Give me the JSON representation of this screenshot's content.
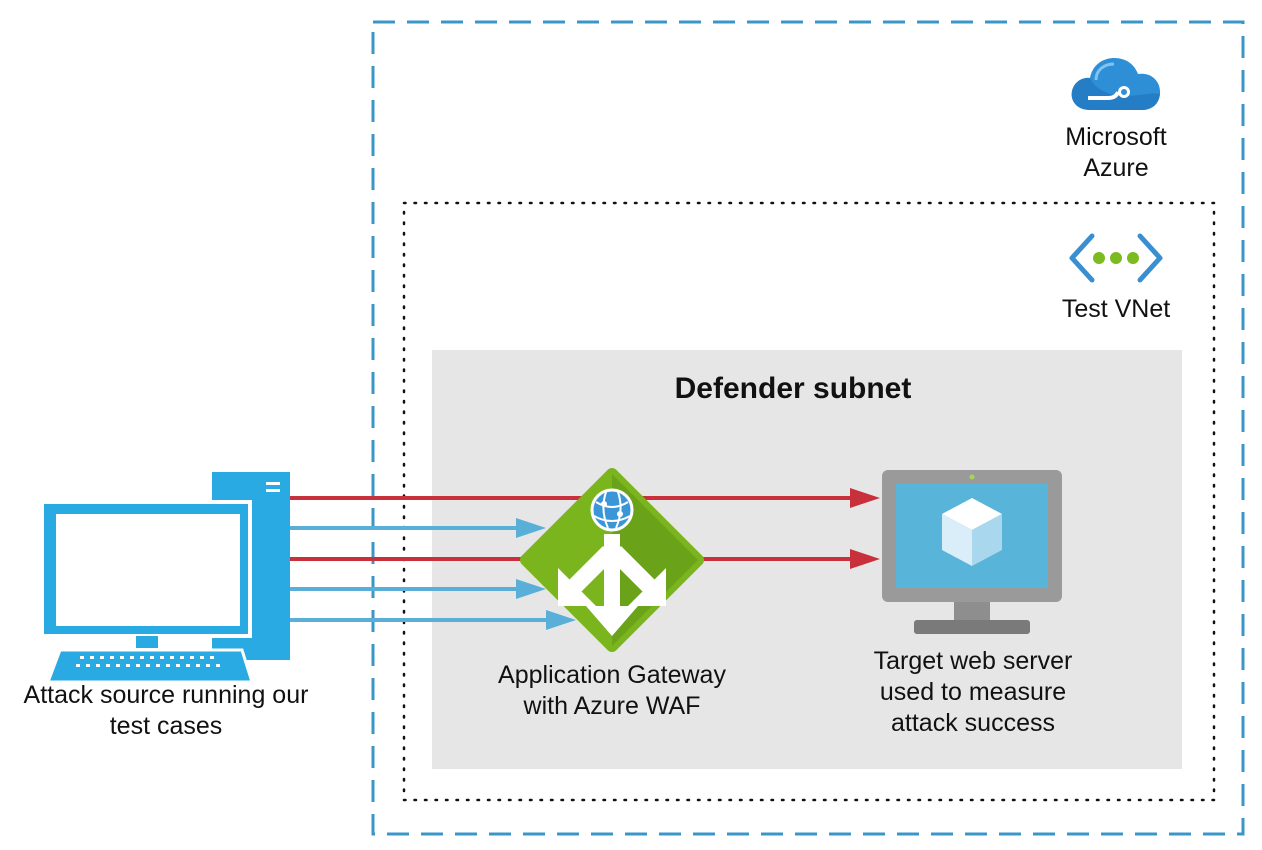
{
  "azure": {
    "label": "Microsoft\nAzure",
    "icon": "cloud-icon",
    "color": "#2e8fd6"
  },
  "vnet": {
    "label": "Test VNet",
    "icon": "vnet-icon",
    "color": "#3a8fd1",
    "dot_color": "#7cbb1f"
  },
  "subnet": {
    "title": "Defender subnet",
    "bg_color": "#e6e6e6"
  },
  "attacker": {
    "label": "Attack source running our\ntest cases",
    "icon": "computer-icon",
    "color": "#29aae2"
  },
  "gateway": {
    "label": "Application Gateway\nwith Azure WAF",
    "icon": "app-gateway-icon",
    "color": "#7ab51d"
  },
  "target": {
    "label": "Target web server\nused to measure\nattack success",
    "icon": "vm-monitor-icon",
    "color": "#59b4d9"
  },
  "colors": {
    "blocked_flow": "#5aafd8",
    "bypass_flow": "#c8303c",
    "azure_border": "#3b96c8"
  }
}
